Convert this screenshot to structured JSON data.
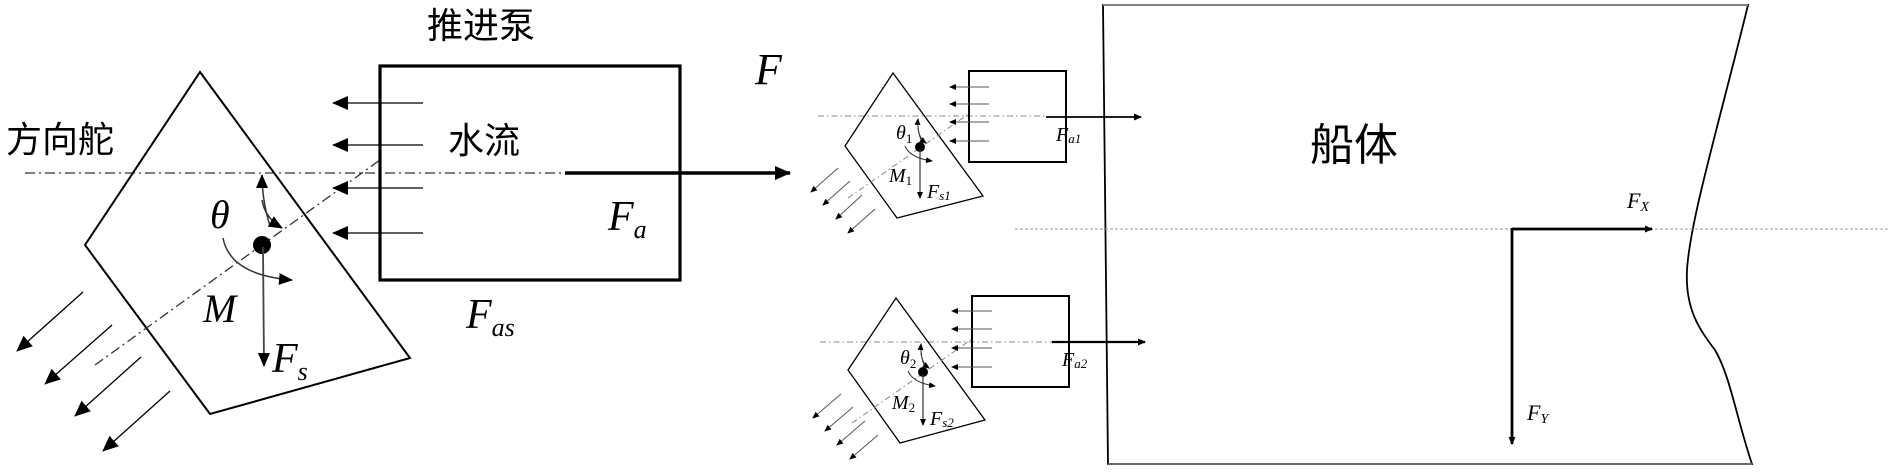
{
  "left_diagram": {
    "labels": {
      "rudder": "方向舵",
      "pump": "推进泵",
      "water_flow": "水流",
      "force_total": "F",
      "force_axial_base": "F",
      "force_axial_sub": "a",
      "force_axial_side_base": "F",
      "force_axial_side_sub": "as",
      "force_side_base": "F",
      "force_side_sub": "s",
      "angle": "θ",
      "moment": "M"
    },
    "inflow_arrows": 4,
    "outflow_arrows": 4
  },
  "right_diagram": {
    "hull_label": "船体",
    "thrusters": [
      {
        "id": 1,
        "angle_base": "θ",
        "angle_sub": "1",
        "moment_base": "M",
        "moment_sub": "1",
        "side_force_base": "F",
        "side_force_sub": "s1",
        "axial_force_base": "F",
        "axial_force_sub": "a1"
      },
      {
        "id": 2,
        "angle_base": "θ",
        "angle_sub": "2",
        "moment_base": "M",
        "moment_sub": "2",
        "side_force_base": "F",
        "side_force_sub": "s2",
        "axial_force_base": "F",
        "axial_force_sub": "a2"
      }
    ],
    "hull_forces": {
      "fx_base": "F",
      "fx_sub": "X",
      "fy_base": "F",
      "fy_sub": "Y"
    }
  }
}
